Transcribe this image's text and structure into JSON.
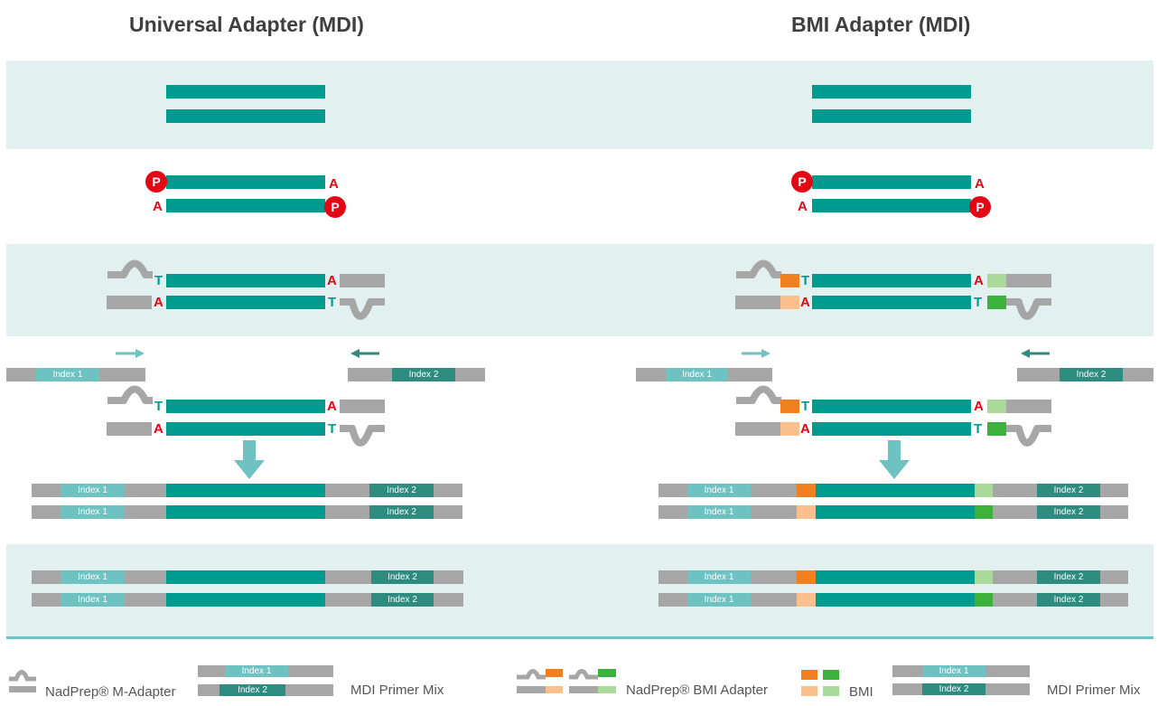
{
  "left_title": "Universal Adapter (MDI)",
  "right_title": "BMI Adapter (MDI)",
  "phosphate_label": "P",
  "base_A": "A",
  "base_T": "T",
  "index1": "Index 1",
  "index2": "Index 2",
  "legend": {
    "m_adapter": "NadPrep® M-Adapter",
    "primer_mix": "MDI Primer Mix",
    "bmi_adapter": "NadPrep® BMI Adapter",
    "bmi": "BMI"
  },
  "colors": {
    "insert": "#009b8f",
    "adapter": "#a6a6a6",
    "index1": "#6ec2c2",
    "index2": "#2e8b80",
    "bmi_orange": "#f07f1f",
    "bmi_light_orange": "#f9c08e",
    "bmi_green": "#3cb23c",
    "bmi_light_green": "#a9da9a",
    "phosphate": "#e30613",
    "band": "#e2f0f0"
  }
}
